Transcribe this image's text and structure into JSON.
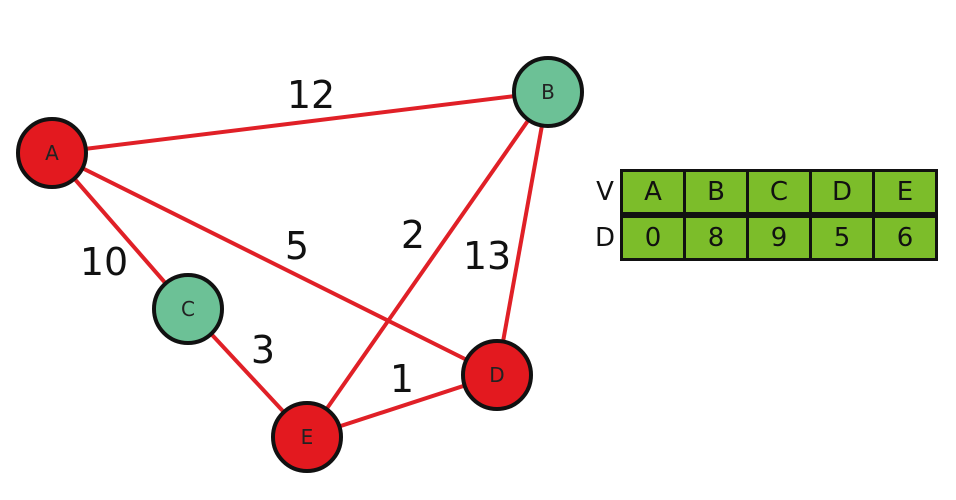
{
  "graph": {
    "nodes": [
      {
        "id": "A",
        "label": "A",
        "color": "#e3191f"
      },
      {
        "id": "B",
        "label": "B",
        "color": "#6cc196"
      },
      {
        "id": "C",
        "label": "C",
        "color": "#6cc196"
      },
      {
        "id": "D",
        "label": "D",
        "color": "#e3191f"
      },
      {
        "id": "E",
        "label": "E",
        "color": "#e3191f"
      }
    ],
    "edges": [
      {
        "from": "A",
        "to": "B",
        "weight": "12"
      },
      {
        "from": "A",
        "to": "C",
        "weight": "10"
      },
      {
        "from": "A",
        "to": "D",
        "weight": "5"
      },
      {
        "from": "B",
        "to": "E",
        "weight": "2"
      },
      {
        "from": "B",
        "to": "D",
        "weight": "13"
      },
      {
        "from": "C",
        "to": "E",
        "weight": "3"
      },
      {
        "from": "E",
        "to": "D",
        "weight": "1"
      }
    ],
    "edge_color": "#e02027"
  },
  "table": {
    "row_labels": {
      "vertices": "V",
      "distances": "D"
    },
    "vertices": [
      "A",
      "B",
      "C",
      "D",
      "E"
    ],
    "distances": [
      "0",
      "8",
      "9",
      "5",
      "6"
    ],
    "cell_color": "#7cbd2a"
  }
}
